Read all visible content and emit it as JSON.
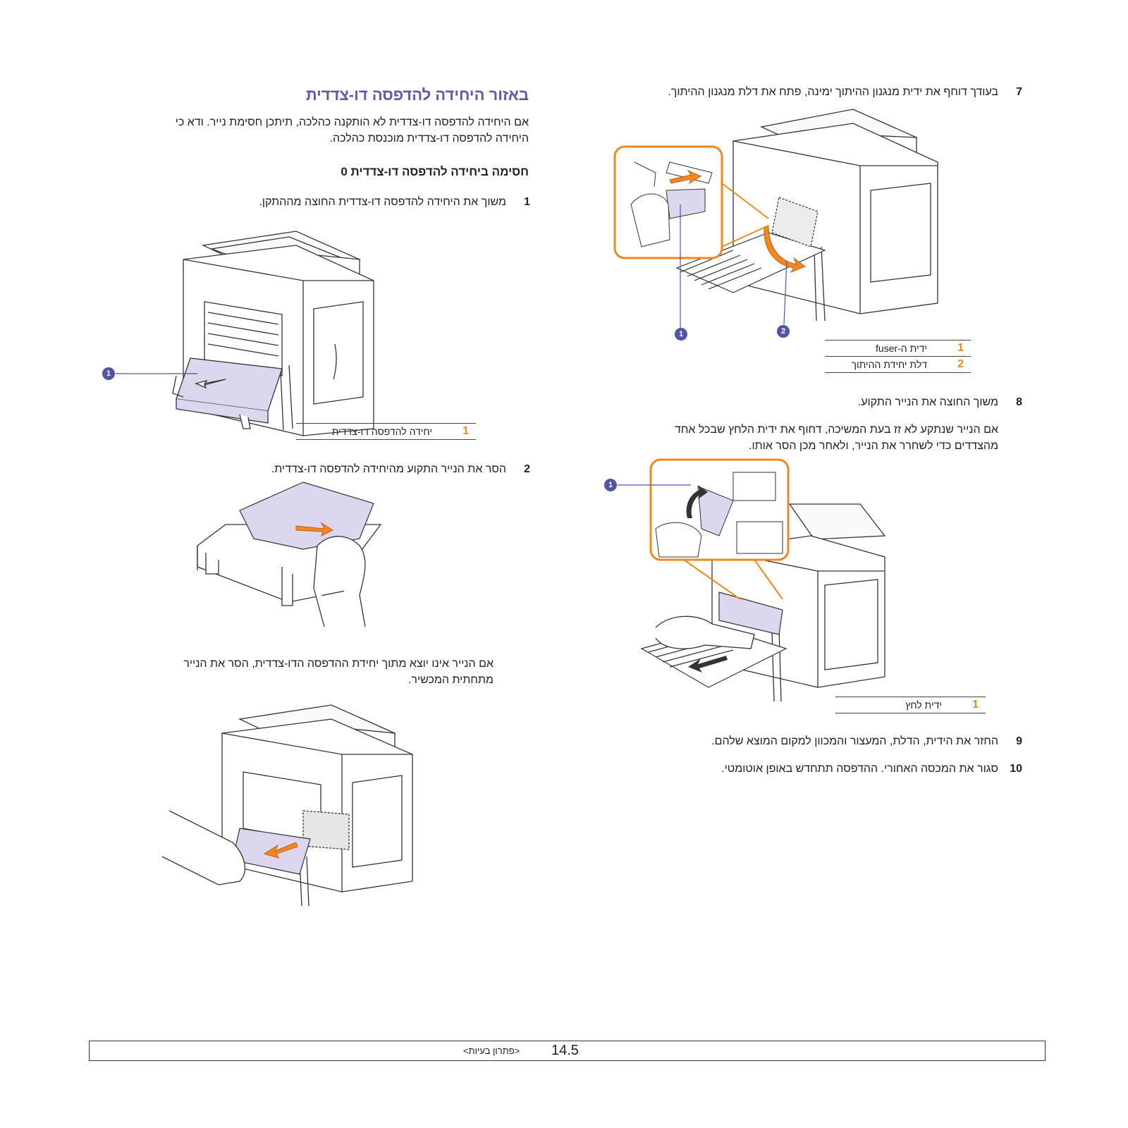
{
  "left_column": {
    "section_title": "באזור היחידה להדפסה דו-צדדית",
    "intro_line1": "אם היחידה להדפסה דו-צדדית לא הותקנה כהלכה, תיתכן חסימת נייר. ודא כי",
    "intro_line2": "היחידה להדפסה דו-צדדית מוכנסת כהלכה.",
    "subsection_title": "חסימה ביחידה להדפסה דו-צדדית 0",
    "step1": {
      "num": "1",
      "text": "משוך את היחידה להדפסה דו-צדדית החוצה מההתקן."
    },
    "fig1_callout": "1",
    "fig1_legend": [
      {
        "num": "1",
        "label": "יחידה להדפסה דו-צדדית"
      }
    ],
    "step2": {
      "num": "2",
      "text": "הסר את הנייר התקוע מהיחידה להדפסה דו-צדדית."
    },
    "note_line1": "אם הנייר אינו יוצא מתוך יחידת ההדפסה הדו-צדדית, הסר את הנייר",
    "note_line2": "מתחתית המכשיר."
  },
  "right_column": {
    "step7": {
      "num": "7",
      "text": "בעודך דוחף את ידית מנגנון ההיתוך ימינה, פתח את דלת מנגנון ההיתוך."
    },
    "fig7_callouts": [
      "1",
      "2"
    ],
    "fig7_legend": [
      {
        "num": "1",
        "label": "ידית ה-fuser"
      },
      {
        "num": "2",
        "label": "דלת יחידת ההיתוך"
      }
    ],
    "step8": {
      "num": "8",
      "text": "משוך החוצה את הנייר התקוע."
    },
    "note8_line1": "אם הנייר שנתקע לא זז בעת המשיכה, דחוף את ידית הלחץ שבכל אחד",
    "note8_line2": "מהצדדים כדי לשחרר את הנייר, ולאחר מכן הסר אותו.",
    "fig8_callout": "1",
    "fig8_legend": [
      {
        "num": "1",
        "label": "ידית לחץ"
      }
    ],
    "step9": {
      "num": "9",
      "text": "החזר את הידית, הדלת, המעצור והמכוון למקום המוצא שלהם."
    },
    "step10": {
      "num": "10",
      "text": "סגור את המכסה האחורי. ההדפסה תתחדש באופן אוטומטי."
    }
  },
  "footer": {
    "page_number": "14.5",
    "section": "<פתרון בעיות>"
  },
  "colors": {
    "heading": "#5b5ba8",
    "callout": "#5255a5",
    "accent_orange": "#f0871f",
    "paper_lavender": "#dcd6ef"
  },
  "icons": [
    "printer-illustration",
    "hand-illustration",
    "arrow-icon",
    "callout-badge"
  ]
}
